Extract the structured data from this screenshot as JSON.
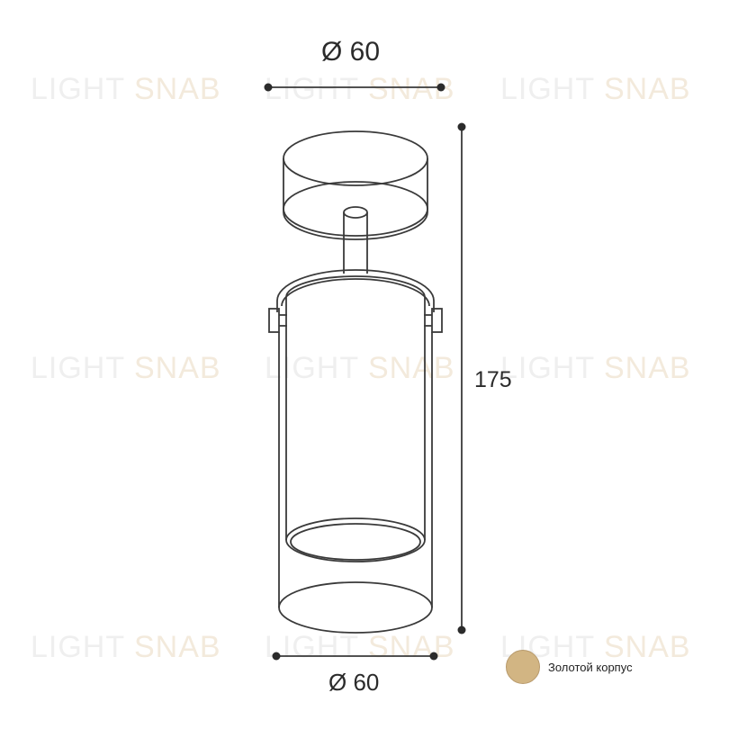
{
  "watermark": {
    "left": "LIGHT",
    "right": "SNAB"
  },
  "dimensions": {
    "top_diameter": "Ø 60",
    "bottom_diameter": "Ø 60",
    "height": "175"
  },
  "legend": {
    "label": "Золотой корпус",
    "swatch_color": "#d2b583"
  },
  "colors": {
    "line": "#3a3a3a",
    "watermark_gray": "#efefef",
    "watermark_beige": "#f3eadc"
  }
}
